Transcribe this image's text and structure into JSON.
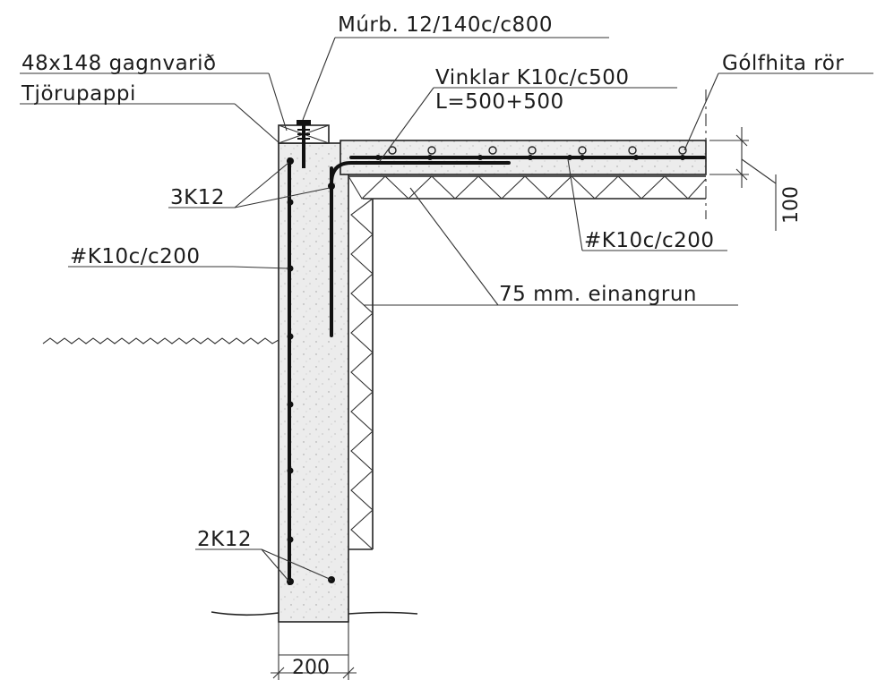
{
  "labels": {
    "murbolt": "Múrb. 12/140c/c800",
    "timber": "48x148 gagnvarið",
    "tarpaper": "Tjörupappi",
    "angles_line1": "Vinklar K10c/c500",
    "angles_line2": "L=500+500",
    "floor_heat": "Gólfhita rör",
    "bars_top": "3K12",
    "mesh_wall": "#K10c/c200",
    "mesh_slab": "#K10c/c200",
    "insulation": "75 mm. einangrun",
    "bars_bottom": "2K12",
    "dim_slab": "100",
    "dim_wall": "200"
  },
  "colors": {
    "concrete": "#ececec",
    "line": "#222222",
    "rebar": "#111111",
    "text": "#1c1c1c"
  }
}
